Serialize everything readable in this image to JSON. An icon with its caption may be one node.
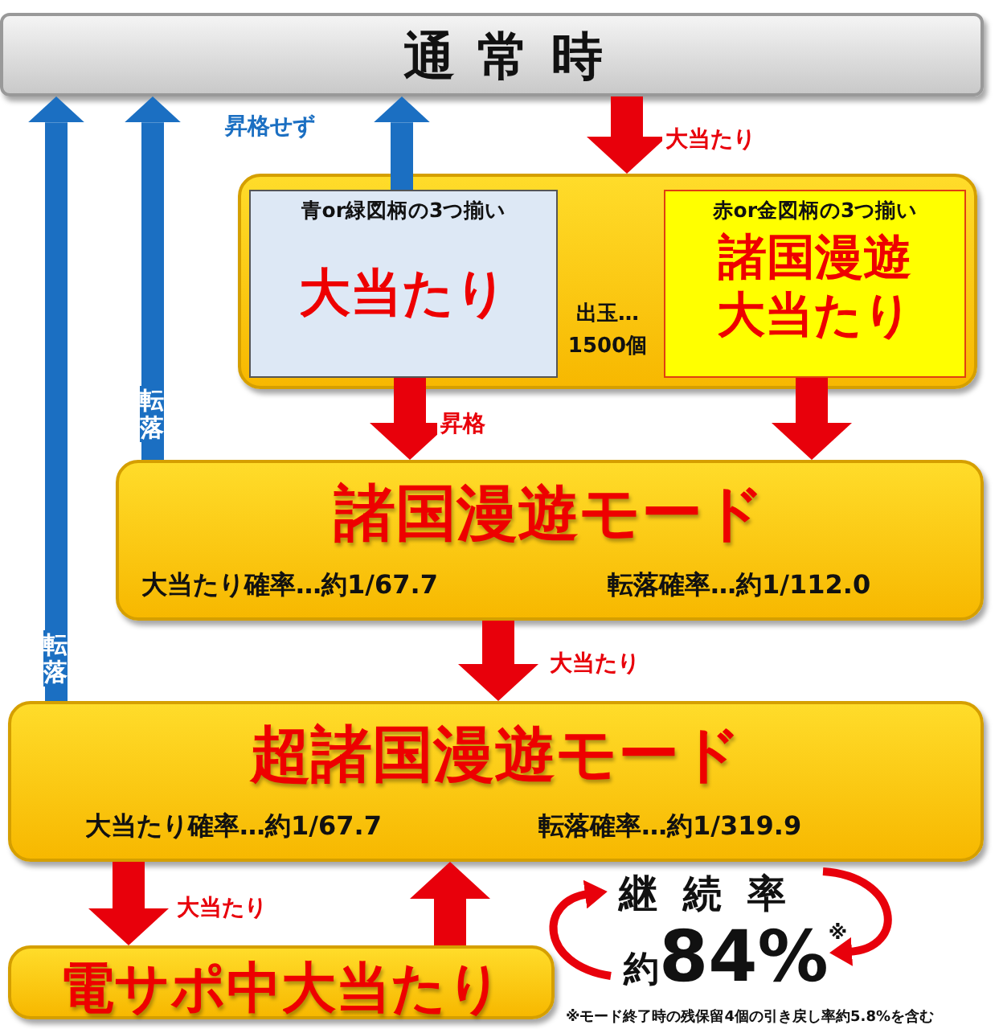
{
  "diagram": {
    "nodes": [
      {
        "text": [
          "通常時"
        ]
      },
      {
        "text": [
          "出玉… 1500個"
        ]
      },
      {
        "text": [
          "青or緑図柄の3つ揃い",
          "大当たり"
        ],
        "in": 1
      },
      {
        "text": [
          "赤or金図柄の3つ揃い",
          "諸国漫遊大当たり"
        ],
        "in": 1
      },
      {
        "text": [
          "諸国漫遊モード",
          "大当たり確率…約1/67.7",
          "転落確率…約1/112.0"
        ]
      },
      {
        "text": [
          "超諸国漫遊モード",
          "大当たり確率…約1/67.7",
          "転落確率…約1/319.9"
        ]
      },
      {
        "text": [
          "電サポ中大当たり"
        ]
      }
    ],
    "edges": [
      {
        "from": 0,
        "to": 1,
        "arrow": "to",
        "label": "大当たり"
      },
      {
        "from": 2,
        "to": 0,
        "arrow": "to",
        "label": "昇格せず",
        "color": "#1b6fc2"
      },
      {
        "from": 2,
        "to": 4,
        "arrow": "to",
        "label": "昇格"
      },
      {
        "from": 3,
        "to": 4,
        "arrow": "to"
      },
      {
        "from": 4,
        "to": 0,
        "arrow": "to",
        "label": "転落",
        "color": "#1b6fc2"
      },
      {
        "from": 4,
        "to": 5,
        "arrow": "to",
        "label": "大当たり"
      },
      {
        "from": 5,
        "to": 0,
        "arrow": "to",
        "label": "転落",
        "color": "#1b6fc2"
      },
      {
        "from": 5,
        "to": 6,
        "arrow": "to",
        "label": "大当たり"
      },
      {
        "from": 6,
        "to": 5,
        "arrow": "to"
      }
    ],
    "labels": [
      "継続率",
      "約84%$^{※}$",
      "※モード終了時の残保留4個の引き戻し率約5.8%を含む"
    ]
  }
}
